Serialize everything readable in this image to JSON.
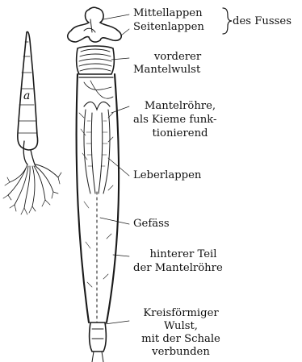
{
  "figure_letter": "a",
  "labels": {
    "mittellappen": "Mittellappen",
    "seitenlappen": "Seitenlappen",
    "des_fusses": "des Fusses",
    "vorderer_1": "vorderer",
    "vorderer_2": "Mantelwulst",
    "mantelroehre_1": "Mantelröhre,",
    "mantelroehre_2": "als Kieme funk-",
    "mantelroehre_3": "tionierend",
    "leberlappen": "Leberlappen",
    "gefaess": "Gefäss",
    "hinterer_1": "hinterer Teil",
    "hinterer_2": "der Mantelröhre",
    "kreis_1": "Kreisförmiger",
    "kreis_2": "Wulst,",
    "kreis_3": "mit der Schale",
    "kreis_4": "verbunden"
  }
}
